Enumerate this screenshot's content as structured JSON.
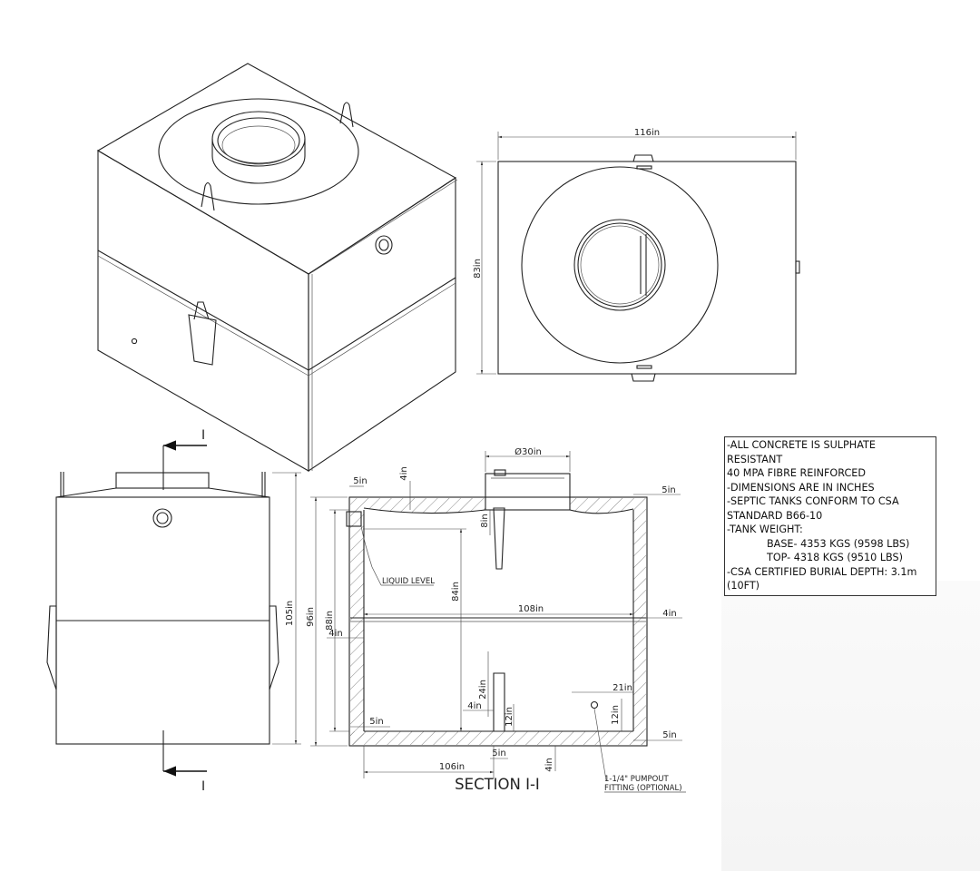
{
  "dimensions": {
    "top_width": "116in",
    "top_depth": "83in",
    "opening_dia": "Ø30in",
    "overall_height": "105in",
    "inner_height": "96in",
    "wall_height": "88in",
    "liquid_height": "84in",
    "inner_length": "108in",
    "floor_length": "106in",
    "lid_thickness": "4in",
    "wall_left": "5in",
    "wall_right": "5in",
    "baffle_8": "8in",
    "joint_4_right": "4in",
    "joint_4_left": "4in",
    "baffle_24": "24in",
    "baffle_4": "4in",
    "baffle_12": "12in",
    "floor_5_left": "5in",
    "floor_5_right": "5in",
    "baffle_5_bottom": "5in",
    "floor_4": "4in",
    "pump_21": "21in",
    "pump_12": "12in"
  },
  "labels": {
    "liquid_level": "LIQUID LEVEL",
    "section_title": "SECTION I-I",
    "pumpout_line1": "1-1/4\" PUMPOUT",
    "pumpout_line2": "FITTING (OPTIONAL)",
    "section_mark": "I"
  },
  "notes": [
    "-ALL CONCRETE IS SULPHATE RESISTANT",
    "40 MPA FIBRE REINFORCED",
    "-DIMENSIONS ARE IN INCHES",
    "-SEPTIC TANKS CONFORM TO CSA",
    "STANDARD B66-10",
    "-TANK WEIGHT:",
    "BASE- 4353 KGS (9598 LBS)",
    "TOP- 4318 KGS (9510 LBS)",
    "-CSA CERTIFIED BURIAL DEPTH: 3.1m",
    "(10FT)"
  ]
}
